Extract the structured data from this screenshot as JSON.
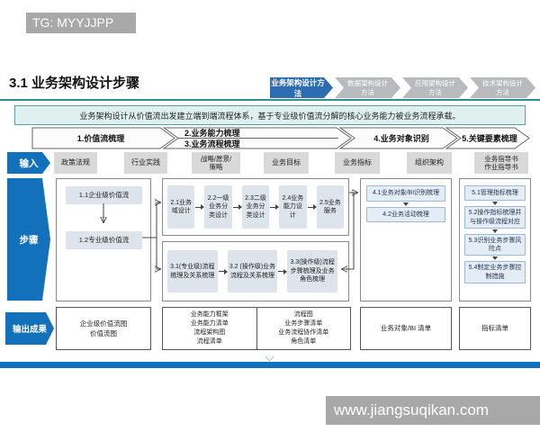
{
  "watermark_top": "TG: MYYJJPP",
  "watermark_bottom": "www.jiangsuqikan.com",
  "page": {
    "title": "3.1 业务架构设计步骤"
  },
  "tabs": [
    {
      "label": "业务架构设计方法",
      "active": true
    },
    {
      "label": "数据架构设计方法",
      "active": false
    },
    {
      "label": "应用架构设计方法",
      "active": false
    },
    {
      "label": "技术架构设计方法",
      "active": false
    }
  ],
  "banner": "业务架构设计从价值流出发建立端到端流程体系，基于专业级价值流分解的核心业务能力被业务流程承载。",
  "phases": [
    "1.价值流梳理",
    "2.业务能力梳理",
    "3.业务流程梳理",
    "4.业务对象识别",
    "5.关键要素梳理"
  ],
  "rows": {
    "input": "输入",
    "steps": "步骤",
    "output": "输出成果"
  },
  "inputs": [
    "政策法规",
    "行业实践",
    "战略/愿景/\n策略",
    "业务目标",
    "业务指标",
    "组织架构",
    "业务指导书\n作业指导书"
  ],
  "steps": {
    "group1": [
      "1.1企业级价值流",
      "1.2专业级价值流"
    ],
    "group2": [
      "2.1业务域设计",
      "2.2一级业务分类设计",
      "2.3二级业务分类设计",
      "2.4业务能力设计",
      "2.5业务服务"
    ],
    "group3": [
      "3.1(专业级)流程梳理及关系梳理",
      "3.2 (操作级)业务流程及关系梳理",
      "3.3(操作级)流程步骤梳理及业务角色梳理"
    ],
    "group4": [
      "4.1业务对象/BI识别梳理",
      "4.2业务活动梳理"
    ],
    "group5": [
      "5.1管理指标梳理",
      "5.2操作指标梳理并与操作级流程对应",
      "5.3识别业务步骤风险点",
      "5.4制定业务步骤控制措施"
    ]
  },
  "outputs": {
    "box1": "企业级价值流图\n价值流图",
    "box2_left": "业务能力框架\n业务能力清单\n流程架构图\n流程清单",
    "box2_right": "流程图\n业务步骤清单\n业务流程协作清单\n角色清单",
    "box3": "业务对象/BI 清单",
    "box4": "指标清单"
  },
  "colors": {
    "accent": "#1371bc",
    "tab-active": "#2e6cb2",
    "tab-inactive": "#b7bbbf",
    "banner-bg": "#def0ef",
    "banner-border": "#55a3a4",
    "teal-line": "#2e8f90",
    "graybox": "#dde4ec",
    "bluebox": "#e4ecf5",
    "bluebox-border": "#9cb9d9",
    "wm-gray": "#a8a8a8"
  }
}
